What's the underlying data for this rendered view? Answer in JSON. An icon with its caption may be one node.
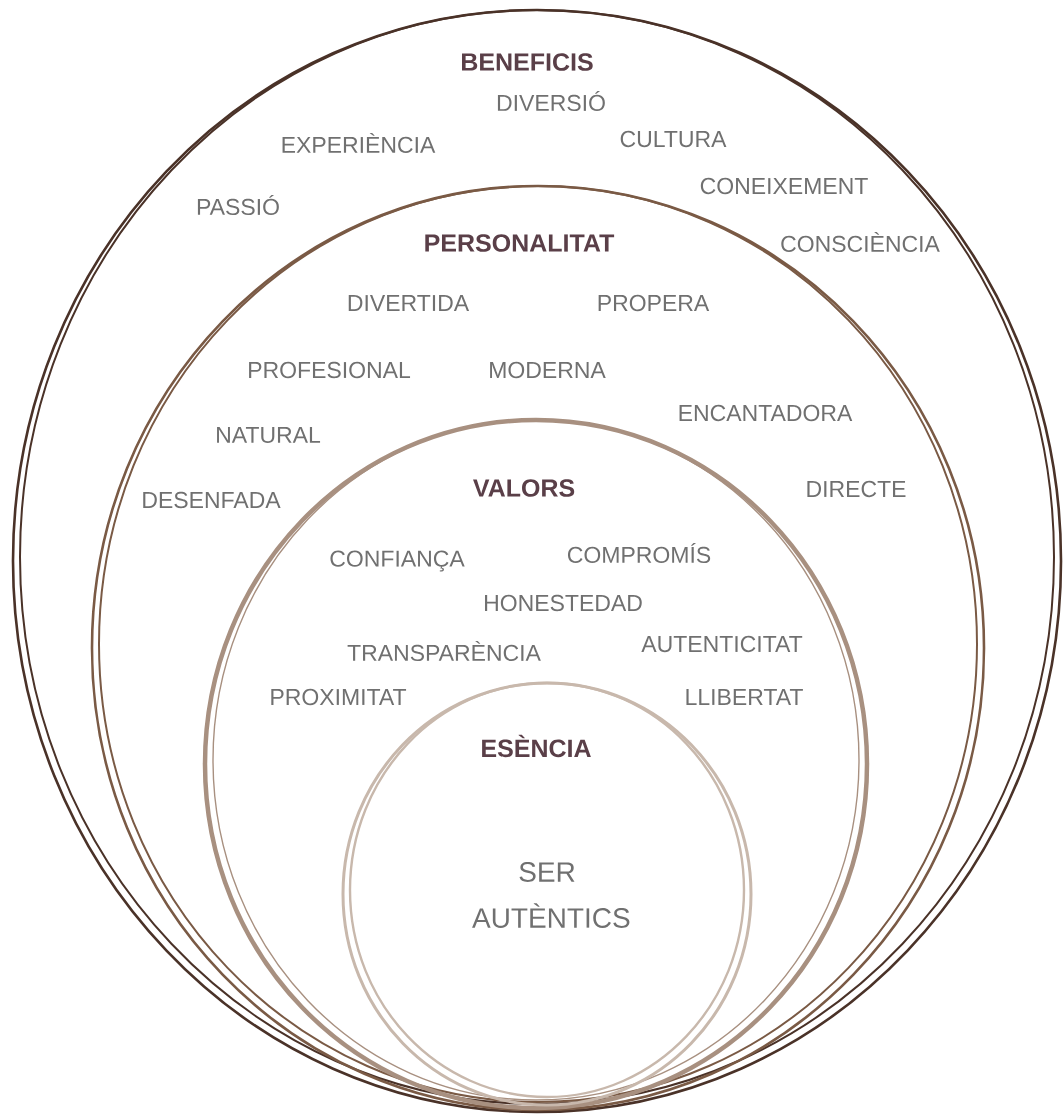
{
  "diagram": {
    "nodes": [
      {
        "text": [
          "BENEFICIS",
          "DIVERSIÓ",
          "CULTURA",
          "EXPERIÈNCIA",
          "CONEIXEMENT",
          "PASSIÓ",
          "CONSCIÈNCIA"
        ]
      },
      {
        "text": [
          "PERSONALITAT",
          "DIVERTIDA",
          "PROPERA",
          "PROFESIONAL",
          "MODERNA",
          "ENCANTADORA",
          "NATURAL",
          "DIRECTE",
          "DESENFADA"
        ],
        "in": 0
      },
      {
        "text": [
          "VALORS",
          "COMPROMÍS",
          "CONFIANÇA",
          "HONESTEDAD",
          "AUTENTICITAT",
          "TRANSPARÈNCIA",
          "PROXIMITAT",
          "LLIBERTAT"
        ],
        "in": 1
      },
      {
        "text": [
          "ESÈNCIA",
          "SER AUTÈNTICS"
        ],
        "in": 2
      }
    ]
  }
}
